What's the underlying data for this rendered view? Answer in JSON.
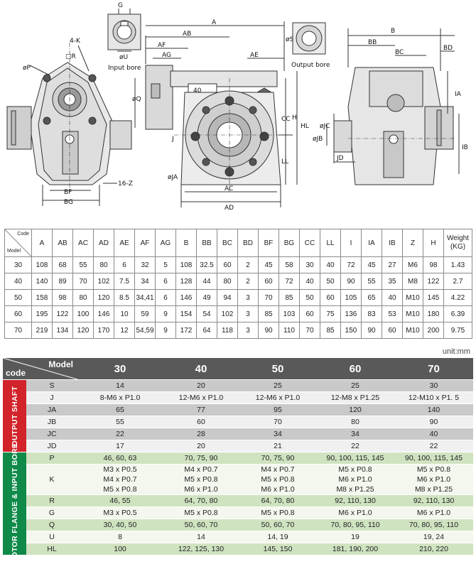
{
  "drawing": {
    "labels": {
      "g": "G",
      "u": "øU",
      "input_bore": "Input bore",
      "output_bore": "Output bore",
      "four_k": "4-K",
      "r": "□R",
      "p": "øP",
      "sixteen_z": "16-Z",
      "bf": "BF",
      "bg": "BG",
      "a": "A",
      "ab": "AB",
      "af": "AF",
      "ag": "AG",
      "ae": "AE",
      "q": "øQ",
      "forty": "40",
      "cc": "CC",
      "h": "H",
      "hl": "HL",
      "ll": "LL",
      "j": "J",
      "ja": "øJA",
      "ac": "AC",
      "ad": "AD",
      "s": "øS",
      "b": "B",
      "bb": "BB",
      "bc": "BC",
      "bd": "BD",
      "ia": "IA",
      "ib": "IB",
      "jb": "øJB",
      "jc": "øJC",
      "jd": "JD"
    }
  },
  "table1": {
    "corner_code": "Code",
    "corner_model": "Model",
    "headers": [
      "A",
      "AB",
      "AC",
      "AD",
      "AE",
      "AF",
      "AG",
      "B",
      "BB",
      "BC",
      "BD",
      "BF",
      "BG",
      "CC",
      "LL",
      "I",
      "IA",
      "IB",
      "Z",
      "H"
    ],
    "weight_header": "Weight",
    "weight_unit": "(KG)",
    "rows": [
      {
        "model": "30",
        "cells": [
          "108",
          "68",
          "55",
          "80",
          "6",
          "32",
          "5",
          "108",
          "32.5",
          "60",
          "2",
          "45",
          "58",
          "30",
          "40",
          "72",
          "45",
          "27",
          "M6",
          "98"
        ],
        "weight": "1.43"
      },
      {
        "model": "40",
        "cells": [
          "140",
          "89",
          "70",
          "102",
          "7.5",
          "34",
          "6",
          "128",
          "44",
          "80",
          "2",
          "60",
          "72",
          "40",
          "50",
          "90",
          "55",
          "35",
          "M8",
          "122"
        ],
        "weight": "2.7"
      },
      {
        "model": "50",
        "cells": [
          "158",
          "98",
          "80",
          "120",
          "8.5",
          "34,41",
          "6",
          "146",
          "49",
          "94",
          "3",
          "70",
          "85",
          "50",
          "60",
          "105",
          "65",
          "40",
          "M10",
          "145"
        ],
        "weight": "4.22"
      },
      {
        "model": "60",
        "cells": [
          "195",
          "122",
          "100",
          "146",
          "10",
          "59",
          "9",
          "154",
          "54",
          "102",
          "3",
          "85",
          "103",
          "60",
          "75",
          "136",
          "83",
          "53",
          "M10",
          "180"
        ],
        "weight": "6.39"
      },
      {
        "model": "70",
        "cells": [
          "219",
          "134",
          "120",
          "170",
          "12",
          "54,59",
          "9",
          "172",
          "64",
          "118",
          "3",
          "90",
          "110",
          "70",
          "85",
          "150",
          "90",
          "60",
          "M10",
          "200"
        ],
        "weight": "9.75"
      }
    ]
  },
  "unit": "unit:mm",
  "table2": {
    "model_label": "Model",
    "code_label": "code",
    "models": [
      "30",
      "40",
      "50",
      "60",
      "70"
    ],
    "output_label": "OUTPUT SHAFT",
    "motor_label": "MOTOR FLANGE & INPUT BORE",
    "output_rows": [
      {
        "code": "S",
        "values": [
          "14",
          "20",
          "25",
          "25",
          "30"
        ]
      },
      {
        "code": "J",
        "values": [
          "8-M6 x P1.0",
          "12-M6 x P1.0",
          "12-M6 x P1.0",
          "12-M8 x P1.25",
          "12-M10 x P1. 5"
        ]
      },
      {
        "code": "JA",
        "values": [
          "65",
          "77",
          "95",
          "120",
          "140"
        ]
      },
      {
        "code": "JB",
        "values": [
          "55",
          "60",
          "70",
          "80",
          "90"
        ]
      },
      {
        "code": "JC",
        "values": [
          "22",
          "28",
          "34",
          "34",
          "40"
        ]
      },
      {
        "code": "JD",
        "values": [
          "17",
          "20",
          "21",
          "22",
          "22"
        ]
      }
    ],
    "motor_rows": [
      {
        "code": "P",
        "values": [
          [
            "46, 60, 63"
          ],
          [
            "70, 75, 90"
          ],
          [
            "70, 75, 90"
          ],
          [
            "90, 100, 115, 145"
          ],
          [
            "90, 100, 115, 145"
          ]
        ]
      },
      {
        "code": "K",
        "values": [
          [
            "M3 x P0.5",
            "M4 x P0.7",
            "M5 x P0.8"
          ],
          [
            "M4 x P0.7",
            "M5 x P0.8",
            "M6 x P1.0"
          ],
          [
            "M4 x P0.7",
            "M5 x P0.8",
            "M6 x P1.0"
          ],
          [
            "M5 x P0.8",
            "M6 x P1.0",
            "M8 x P1.25"
          ],
          [
            "M5 x P0.8",
            "M6 x P1.0",
            "M8 x P1.25"
          ]
        ]
      },
      {
        "code": "R",
        "values": [
          [
            "46, 55"
          ],
          [
            "64, 70, 80"
          ],
          [
            "64, 70, 80"
          ],
          [
            "92, 110, 130"
          ],
          [
            "92, 110, 130"
          ]
        ]
      },
      {
        "code": "G",
        "values": [
          [
            "M3 x P0.5"
          ],
          [
            "M5 x P0.8"
          ],
          [
            "M5 x P0.8"
          ],
          [
            "M6 x P1.0"
          ],
          [
            "M6 x P1.0"
          ]
        ]
      },
      {
        "code": "Q",
        "values": [
          [
            "30, 40, 50"
          ],
          [
            "50, 60, 70"
          ],
          [
            "50, 60, 70"
          ],
          [
            "70, 80, 95, 110"
          ],
          [
            "70, 80, 95, 110"
          ]
        ]
      },
      {
        "code": "U",
        "values": [
          [
            "8"
          ],
          [
            "14"
          ],
          [
            "14, 19"
          ],
          [
            "19"
          ],
          [
            "19, 24"
          ]
        ]
      },
      {
        "code": "HL",
        "values": [
          [
            "100"
          ],
          [
            "122, 125, 130"
          ],
          [
            "145, 150"
          ],
          [
            "181, 190, 200"
          ],
          [
            "210, 220"
          ]
        ]
      }
    ]
  }
}
